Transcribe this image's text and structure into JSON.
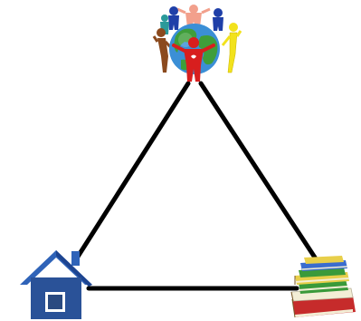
{
  "diagram": {
    "type": "triangle",
    "nodes": [
      {
        "id": "community",
        "icon": "globe-people-icon"
      },
      {
        "id": "home",
        "icon": "house-icon"
      },
      {
        "id": "school",
        "icon": "books-icon"
      }
    ],
    "edges": [
      [
        "community",
        "home"
      ],
      [
        "community",
        "school"
      ],
      [
        "home",
        "school"
      ]
    ]
  },
  "colors": {
    "line": "#000000",
    "house_roof": "#2f63b8",
    "house_wall": "#2a5298",
    "globe_ocean": "#3b8fd6",
    "globe_land": "#3f9e3a",
    "person_red": "#d81e1e",
    "person_yellow": "#f2e21c",
    "person_blue": "#1f3fa8",
    "person_pink": "#f2a08c",
    "person_brown": "#8b4a1e",
    "book_red": "#c62b2b",
    "book_green": "#3a9a3a",
    "book_yellow": "#e8cf4a",
    "book_blue": "#3a6ccf",
    "book_pages": "#f3eed6"
  }
}
